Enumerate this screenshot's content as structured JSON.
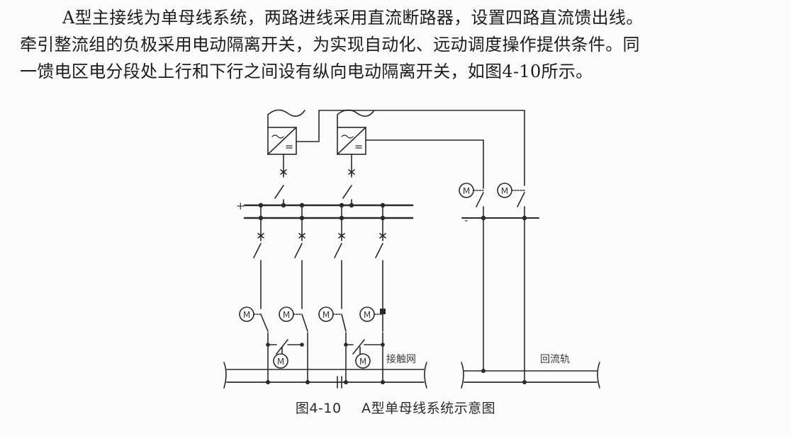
{
  "text": {
    "line1": "A型主接线为单母线系统，两路进线采用直流断路器，设置四路直流馈出线。",
    "line2": "牵引整流组的负极采用电动隔离开关，为实现自动化、远动调度操作提供条件。同",
    "line3": "一馈电区电分段处上行和下行之间设有纵向电动隔离开关，如图4-10所示。"
  },
  "diagram": {
    "plus_sign": "+",
    "minus_sign": "-",
    "motor_label": "M",
    "contact_wire_label": "接触网",
    "return_rail_label": "回流轨"
  },
  "caption": {
    "number": "图4-10",
    "title": "A型单母线系统示意图"
  }
}
